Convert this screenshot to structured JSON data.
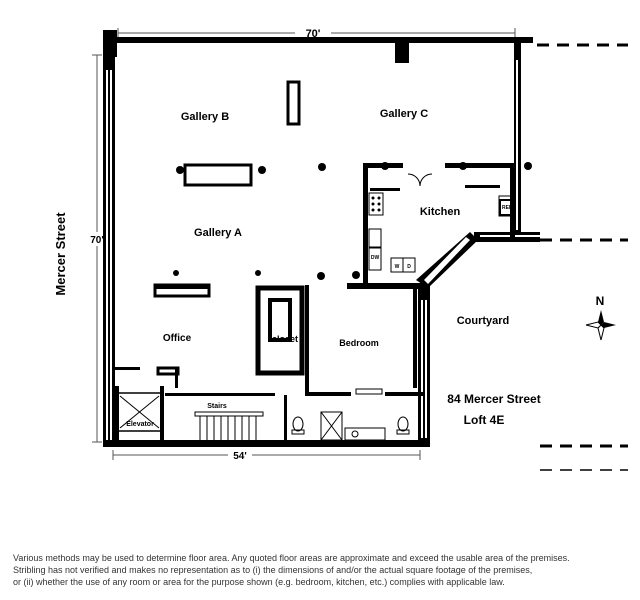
{
  "plan": {
    "dimensions": {
      "top": "70'",
      "left": "70'",
      "bottom": "54'"
    },
    "street": "Mercer Street",
    "rooms": {
      "gallery_b": "Gallery B",
      "gallery_c": "Gallery C",
      "gallery_a": "Gallery A",
      "kitchen": "Kitchen",
      "office": "Office",
      "closet": "closet",
      "bedroom": "Bedroom",
      "courtyard": "Courtyard",
      "stairs": "Stairs",
      "elevator": "Elevator"
    },
    "appliances": {
      "dw": "DW",
      "washer": "W",
      "dryer": "D",
      "ref": "REF"
    },
    "compass": "N",
    "address": "84 Mercer Street",
    "unit": "Loft 4E"
  },
  "disclaimer": [
    "Various methods may be used to determine floor area.  Any quoted floor areas are approximate and exceed the usable area of the premises.",
    "Stribling has not verified and makes no representation as to (i) the dimensions of and/or the actual square footage of the premises,",
    "or (ii) whether the use of any room or area for the purpose shown (e.g. bedroom, kitchen, etc.) complies with applicable law."
  ]
}
